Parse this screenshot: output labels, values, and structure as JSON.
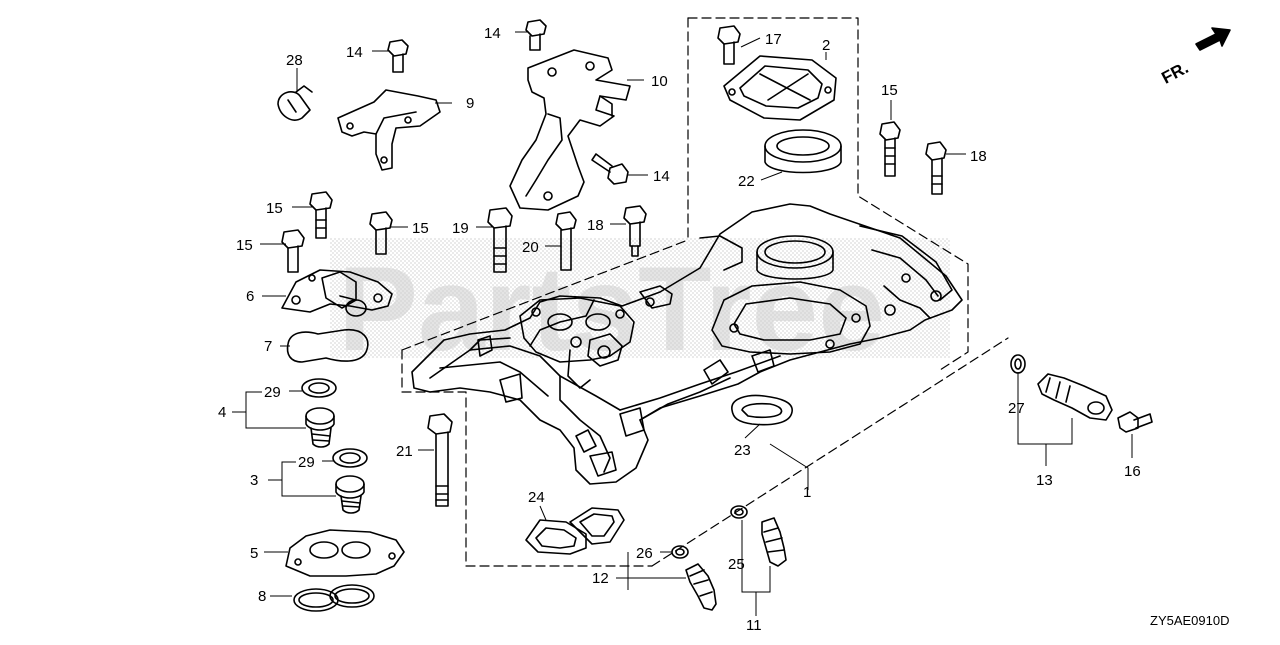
{
  "diagram": {
    "watermark": "PartsTree",
    "direction_label": "FR.",
    "diagram_code": "ZY5AE0910D",
    "callouts": [
      "1",
      "2",
      "3",
      "4",
      "5",
      "6",
      "7",
      "8",
      "9",
      "10",
      "11",
      "12",
      "13",
      "14",
      "15",
      "16",
      "17",
      "18",
      "19",
      "20",
      "21",
      "22",
      "23",
      "24",
      "25",
      "26",
      "27",
      "28",
      "29"
    ]
  }
}
